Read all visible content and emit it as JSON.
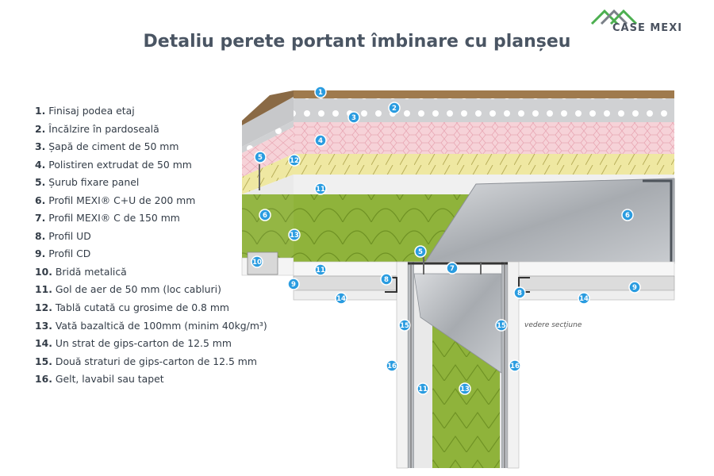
{
  "title": "Detaliu perete portant îmbinare cu planșeu",
  "logo": {
    "text": "CASE MEXI"
  },
  "legend": [
    {
      "num": "1.",
      "text": "Finisaj podea etaj"
    },
    {
      "num": "2.",
      "text": "Încălzire în pardoseală"
    },
    {
      "num": "3.",
      "text": "Șapă de ciment de 50 mm"
    },
    {
      "num": "4.",
      "text": "Polistiren extrudat de 50 mm"
    },
    {
      "num": "5.",
      "text": "Șurub fixare panel"
    },
    {
      "num": "6.",
      "text": "Profil MEXI® C+U de 200 mm"
    },
    {
      "num": "7.",
      "text": "Profil MEXI® C de 150 mm"
    },
    {
      "num": "8.",
      "text": "Profil UD"
    },
    {
      "num": "9.",
      "text": "Profil CD"
    },
    {
      "num": "10.",
      "text": "Bridă metalică"
    },
    {
      "num": "11.",
      "text": "Gol de aer de 50 mm (loc cabluri)"
    },
    {
      "num": "12.",
      "text": "Tablă cutată cu grosime de 0.8 mm"
    },
    {
      "num": "13.",
      "text": "Vată bazaltică de 100mm (minim 40kg/m³)"
    },
    {
      "num": "14.",
      "text": "Un strat de gips-carton de 12.5 mm"
    },
    {
      "num": "15.",
      "text": "Două straturi de gips-carton de 12.5 mm"
    },
    {
      "num": "16.",
      "text": "Gelt, lavabil sau tapet"
    }
  ],
  "section_note": "vedere secțiune",
  "markers": [
    "1",
    "2",
    "3",
    "4",
    "5",
    "6",
    "7",
    "8",
    "9",
    "10",
    "11",
    "12",
    "13",
    "14",
    "15",
    "16"
  ],
  "colors": {
    "marker": "#2a9ce0",
    "flooring": "#c9c9cb",
    "screed": "#e4e4e4",
    "xps": "#f6d2d8",
    "deck": "#efe8a2",
    "wool": "#8fb33b",
    "steel": "#b6b9bd",
    "gypsum": "#f2f2f2",
    "title": "#4a5563"
  }
}
